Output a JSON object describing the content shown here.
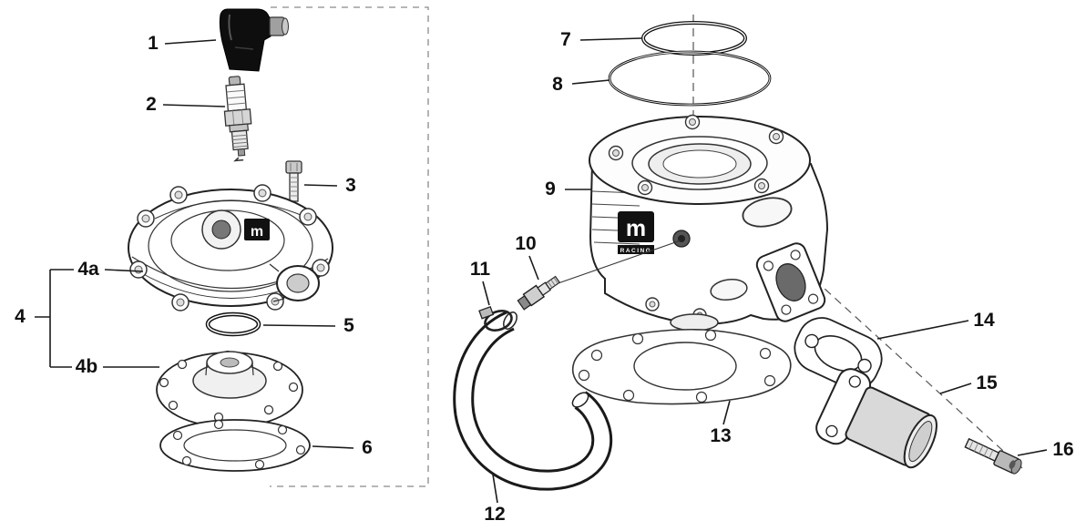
{
  "colors": {
    "paper": "#ffffff",
    "ink": "#1a1a1a"
  },
  "logo": {
    "mark": "m",
    "sub": "RACING"
  },
  "labels": {
    "p1": "1",
    "p2": "2",
    "p3": "3",
    "p4": "4",
    "p4a": "4a",
    "p4b": "4b",
    "p5": "5",
    "p6": "6",
    "p7": "7",
    "p8": "8",
    "p9": "9",
    "p10": "10",
    "p11": "11",
    "p12": "12",
    "p13": "13",
    "p14": "14",
    "p15": "15",
    "p16": "16"
  }
}
